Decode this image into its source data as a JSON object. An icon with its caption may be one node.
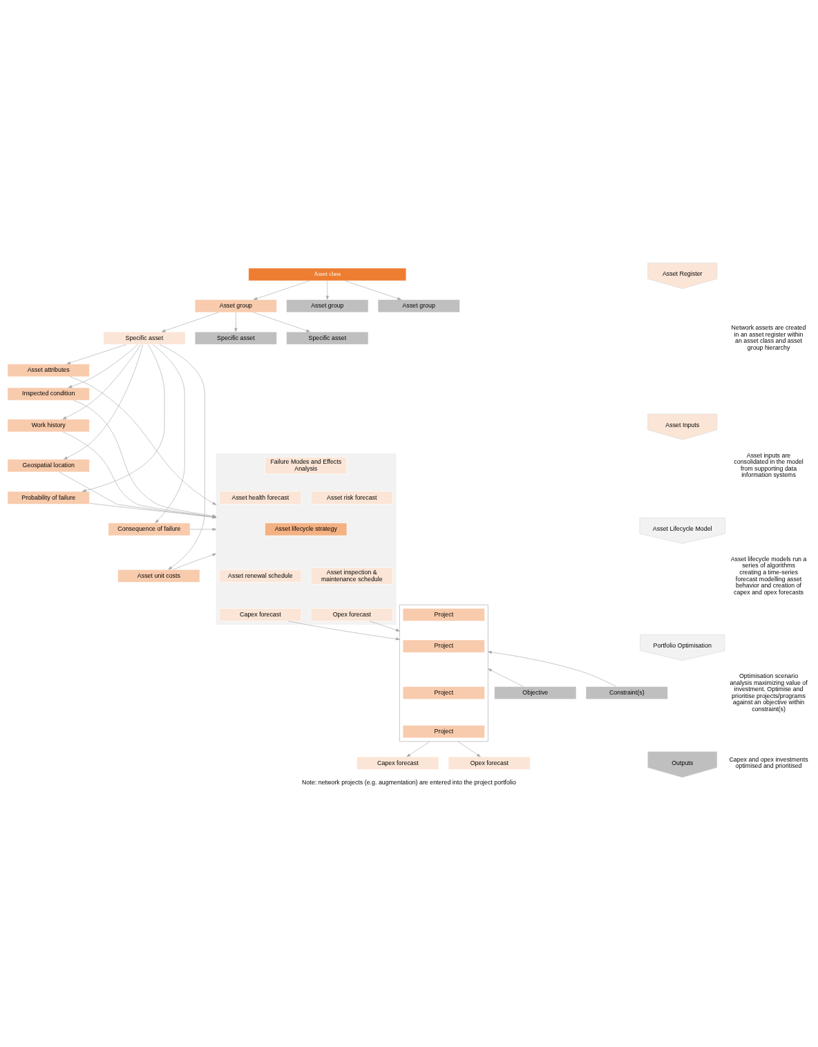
{
  "diagram": {
    "caption": "Note: network projects (e.g. augmentation) are entered into the project portfolio",
    "nodes": [
      {
        "text": [
          "Asset class"
        ]
      },
      {
        "text": [
          "Asset group"
        ]
      },
      {
        "text": [
          "Asset group"
        ]
      },
      {
        "text": [
          "Asset group"
        ]
      },
      {
        "text": [
          "Specific asset"
        ]
      },
      {
        "text": [
          "Specific asset"
        ]
      },
      {
        "text": [
          "Specific asset"
        ]
      },
      {
        "text": [
          "Asset attributes"
        ]
      },
      {
        "text": [
          "Inspected condition"
        ]
      },
      {
        "text": [
          "Work history"
        ]
      },
      {
        "text": [
          "Geospatial location"
        ]
      },
      {
        "text": [
          "Probability of failure"
        ]
      },
      {
        "text": [
          "Consequence of failure"
        ]
      },
      {
        "text": [
          "Asset unit costs"
        ]
      },
      {
        "text": [],
        "shape": "box"
      },
      {
        "text": [
          "Failure Modes and Effects Analysis"
        ],
        "in": 14
      },
      {
        "text": [
          "Asset health forecast"
        ],
        "in": 14
      },
      {
        "text": [
          "Asset risk forecast"
        ],
        "in": 14
      },
      {
        "text": [
          "Asset lifecycle strategy"
        ],
        "in": 14
      },
      {
        "text": [
          "Asset renewal schedule"
        ],
        "in": 14
      },
      {
        "text": [
          "Asset inspection & maintenance schedule"
        ],
        "in": 14
      },
      {
        "text": [
          "Capex forecast"
        ],
        "in": 14
      },
      {
        "text": [
          "Opex forecast"
        ],
        "in": 14
      },
      {
        "text": [],
        "shape": "box"
      },
      {
        "text": [
          "Project"
        ],
        "in": 23
      },
      {
        "text": [
          "Project"
        ],
        "in": 23
      },
      {
        "text": [
          "Project"
        ],
        "in": 23
      },
      {
        "text": [
          "Project"
        ],
        "in": 23
      },
      {
        "text": [
          "Objective"
        ]
      },
      {
        "text": [
          "Constraint(s)"
        ]
      },
      {
        "text": [
          "Capex forecast"
        ]
      },
      {
        "text": [
          "Opex forecast"
        ]
      },
      {
        "text": [
          "Asset Register"
        ]
      },
      {
        "text": [
          "Asset Inputs"
        ]
      },
      {
        "text": [
          "Asset Lifecycle Model"
        ]
      },
      {
        "text": [
          "Portfolio Optimisation"
        ]
      },
      {
        "text": [
          "Outputs"
        ]
      }
    ],
    "edges": [
      {
        "from": 0,
        "to": 1,
        "arrow": "to"
      },
      {
        "from": 0,
        "to": 2,
        "arrow": "to"
      },
      {
        "from": 0,
        "to": 3,
        "arrow": "to"
      },
      {
        "from": 1,
        "to": 4,
        "arrow": "to"
      },
      {
        "from": 1,
        "to": 5,
        "arrow": "to"
      },
      {
        "from": 1,
        "to": 6,
        "arrow": "to"
      },
      {
        "from": 4,
        "to": 7,
        "arrow": "to"
      },
      {
        "from": 4,
        "to": 8,
        "arrow": "to"
      },
      {
        "from": 4,
        "to": 9,
        "arrow": "to"
      },
      {
        "from": 4,
        "to": 10,
        "arrow": "to"
      },
      {
        "from": 4,
        "to": 11,
        "arrow": "to"
      },
      {
        "from": 4,
        "to": 12,
        "arrow": "to"
      },
      {
        "from": 4,
        "to": 13,
        "arrow": "to"
      },
      {
        "from": 7,
        "to": 14,
        "arrow": "to"
      },
      {
        "from": 8,
        "to": 14,
        "arrow": "to"
      },
      {
        "from": 9,
        "to": 14,
        "arrow": "to"
      },
      {
        "from": 10,
        "to": 14,
        "arrow": "to"
      },
      {
        "from": 11,
        "to": 14,
        "arrow": "to"
      },
      {
        "from": 12,
        "to": 14,
        "arrow": "to"
      },
      {
        "from": 13,
        "to": 14,
        "arrow": "to"
      },
      {
        "from": 21,
        "to": 23,
        "arrow": "to"
      },
      {
        "from": 22,
        "to": 23,
        "arrow": "to"
      },
      {
        "from": 28,
        "to": 23,
        "arrow": "to"
      },
      {
        "from": 29,
        "to": 23,
        "arrow": "to"
      },
      {
        "from": 23,
        "to": 30,
        "arrow": "to"
      },
      {
        "from": 23,
        "to": 31,
        "arrow": "to"
      }
    ],
    "labels": [
      "Network assets are created in an asset register within an asset class and asset group hierarchy",
      "Asset inputs are consolidated in the model from supporting data information systems",
      "Asset lifecycle models run a series of algorithms creating a time-series forecast modelling asset behavior and creation of capex and opex forecasts",
      "Optimisation scenario analysis maximizing value of investment. Optimise and prioritise projects/programs against an objective within constraint(s)",
      "Capex and opex investments optimised and prioritised"
    ]
  }
}
